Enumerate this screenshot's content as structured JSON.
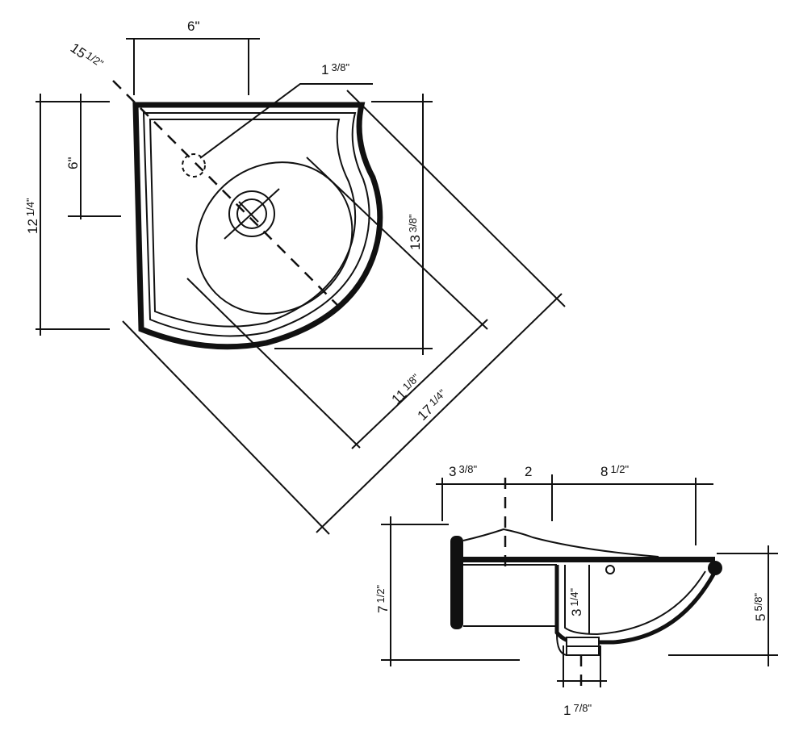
{
  "top_view": {
    "dims": {
      "top_width": {
        "whole": "6\"",
        "frac": ""
      },
      "diagonal_corner": {
        "whole": "15",
        "frac": "1/2\""
      },
      "faucet_hole": {
        "whole": "1",
        "frac": "3/8\""
      },
      "left_inner": {
        "whole": "6\"",
        "frac": ""
      },
      "left_overall": {
        "whole": "12",
        "frac": "1/4\""
      },
      "right_height": {
        "whole": "13",
        "frac": "3/8\""
      },
      "front_inner": {
        "whole": "11",
        "frac": "1/8\""
      },
      "front_overall": {
        "whole": "17",
        "frac": "1/4\""
      }
    }
  },
  "side_view": {
    "dims": {
      "seg_a": {
        "whole": "3",
        "frac": "3/8\""
      },
      "seg_b": {
        "whole": "2",
        "frac": ""
      },
      "seg_c": {
        "whole": "8",
        "frac": "1/2\""
      },
      "overall_height": {
        "whole": "7",
        "frac": "1/2\""
      },
      "bowl_depth": {
        "whole": "3",
        "frac": "1/4\""
      },
      "right_height": {
        "whole": "5",
        "frac": "5/8\""
      },
      "drain": {
        "whole": "1",
        "frac": "7/8\""
      }
    }
  },
  "colors": {
    "line": "#111111",
    "background": "#ffffff"
  }
}
